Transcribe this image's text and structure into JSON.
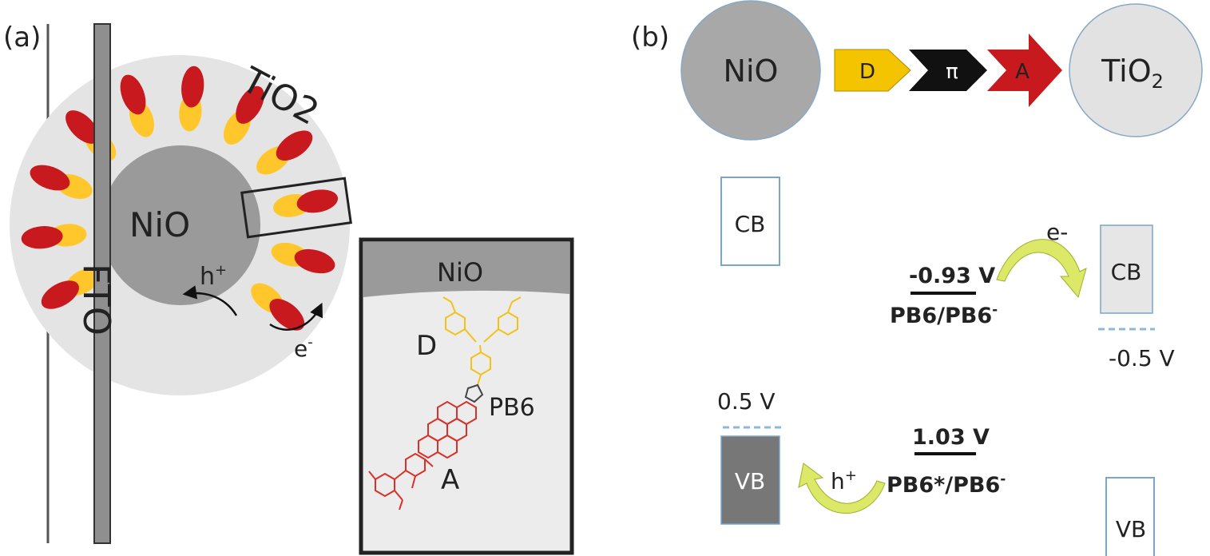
{
  "panel_a": {
    "label": "(a)",
    "fto_label": "FTO",
    "core_label": "NiO",
    "shell_label": "TiO2",
    "hole_label": "h",
    "hole_sup": "+",
    "electron_label": "e",
    "electron_sup": "-",
    "inset": {
      "top_label": "NiO",
      "donor_label": "D",
      "dye_label": "PB6",
      "acceptor_label": "A",
      "donor_color": "#f2c21a",
      "acceptor_color": "#d9302a"
    },
    "colors": {
      "fto": "#8f8f8f",
      "nio": "#9a9a9a",
      "tio2": "#e4e4e4",
      "donor": "#ffc72c",
      "acceptor": "#c8191e"
    }
  },
  "panel_b": {
    "label": "(b)",
    "left_sphere": "NiO",
    "right_sphere": "TiO",
    "right_sphere_sub": "2",
    "arrows": [
      "D",
      "π",
      "A"
    ],
    "arrow_colors": [
      "#f5c400",
      "#111111",
      "#c8191e"
    ],
    "nio_cb": "CB",
    "nio_vb": "VB",
    "nio_vb_level": "0.5 V",
    "tio2_cb": "CB",
    "tio2_vb": "VB",
    "tio2_cb_level": "-0.5 V",
    "ground_potential": "-0.93 V",
    "ground_couple": "PB6/PB6",
    "ground_couple_sup": "-",
    "excited_potential": "1.03 V",
    "excited_couple": "PB6*/PB6",
    "excited_couple_sup": "-",
    "electron_label": "e-",
    "hole_label": "h",
    "hole_sup": "+"
  }
}
